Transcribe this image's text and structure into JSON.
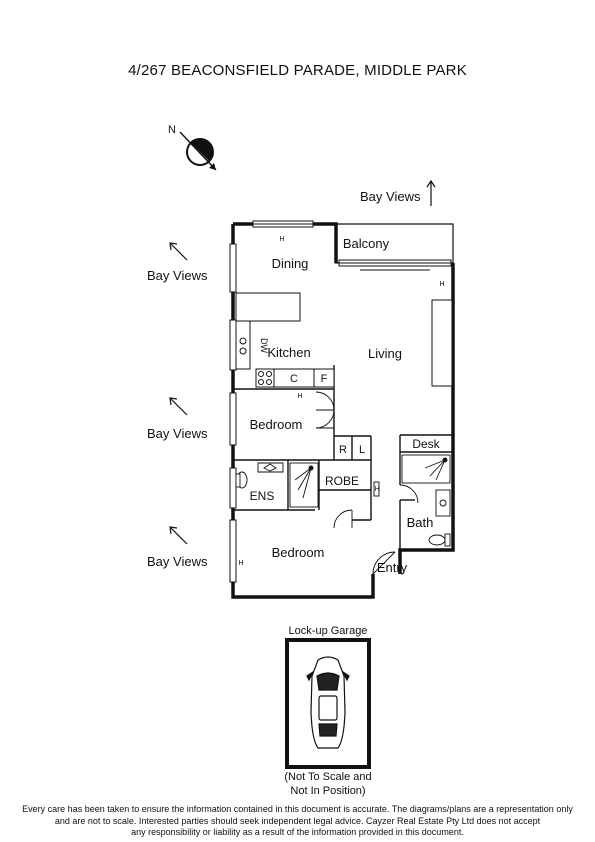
{
  "title": "4/267 BEACONSFIELD PARADE, MIDDLE PARK",
  "compass_label": "N",
  "views": {
    "top": "Bay Views",
    "left1": "Bay Views",
    "left2": "Bay Views",
    "left3": "Bay Views"
  },
  "rooms": {
    "balcony": "Balcony",
    "dining": "Dining",
    "kitchen": "Kitchen",
    "living": "Living",
    "bedroom1": "Bedroom",
    "bedroom2": "Bedroom",
    "ens": "ENS",
    "robe": "ROBE",
    "desk": "Desk",
    "bath": "Bath",
    "entry": "Entry"
  },
  "fixtures": {
    "dw": "DW",
    "c": "C",
    "f": "F",
    "r": "R",
    "l": "L",
    "h": "H"
  },
  "garage": {
    "label": "Lock-up Garage",
    "note_line1": "(Not To Scale and",
    "note_line2": "Not In Position)"
  },
  "disclaimer": {
    "line1": "Every care has been taken to ensure the information contained in this document is accurate. The diagrams/plans are a representation only",
    "line2": "and are not to scale. Interested parties should seek independent legal advice. Cayzer Real Estate Pty Ltd does not accept",
    "line3": "any responsibility or liability as a result of the information provided in this document."
  }
}
